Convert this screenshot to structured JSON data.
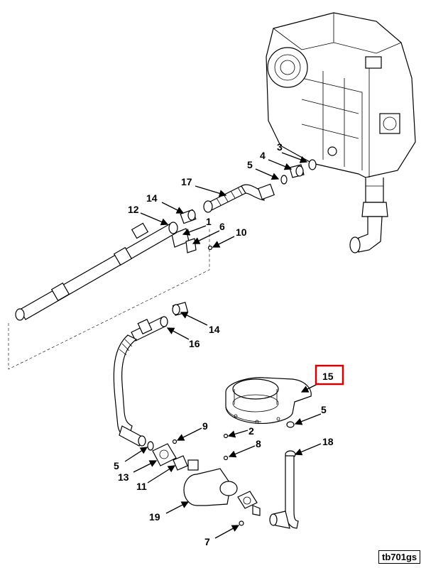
{
  "diagram": {
    "callouts": {
      "c1": "1",
      "c2": "2",
      "c3": "3",
      "c4": "4",
      "c5a": "5",
      "c5b": "5",
      "c5c": "5",
      "c6": "6",
      "c7": "7",
      "c8": "8",
      "c9": "9",
      "c10": "10",
      "c11": "11",
      "c12": "12",
      "c13": "13",
      "c14a": "14",
      "c14b": "14",
      "c15": "15",
      "c16": "16",
      "c17": "17",
      "c18": "18",
      "c19": "19"
    },
    "highlighted_callout": "15",
    "highlight_color": "#d40000",
    "figure_code": "tb701gs"
  }
}
